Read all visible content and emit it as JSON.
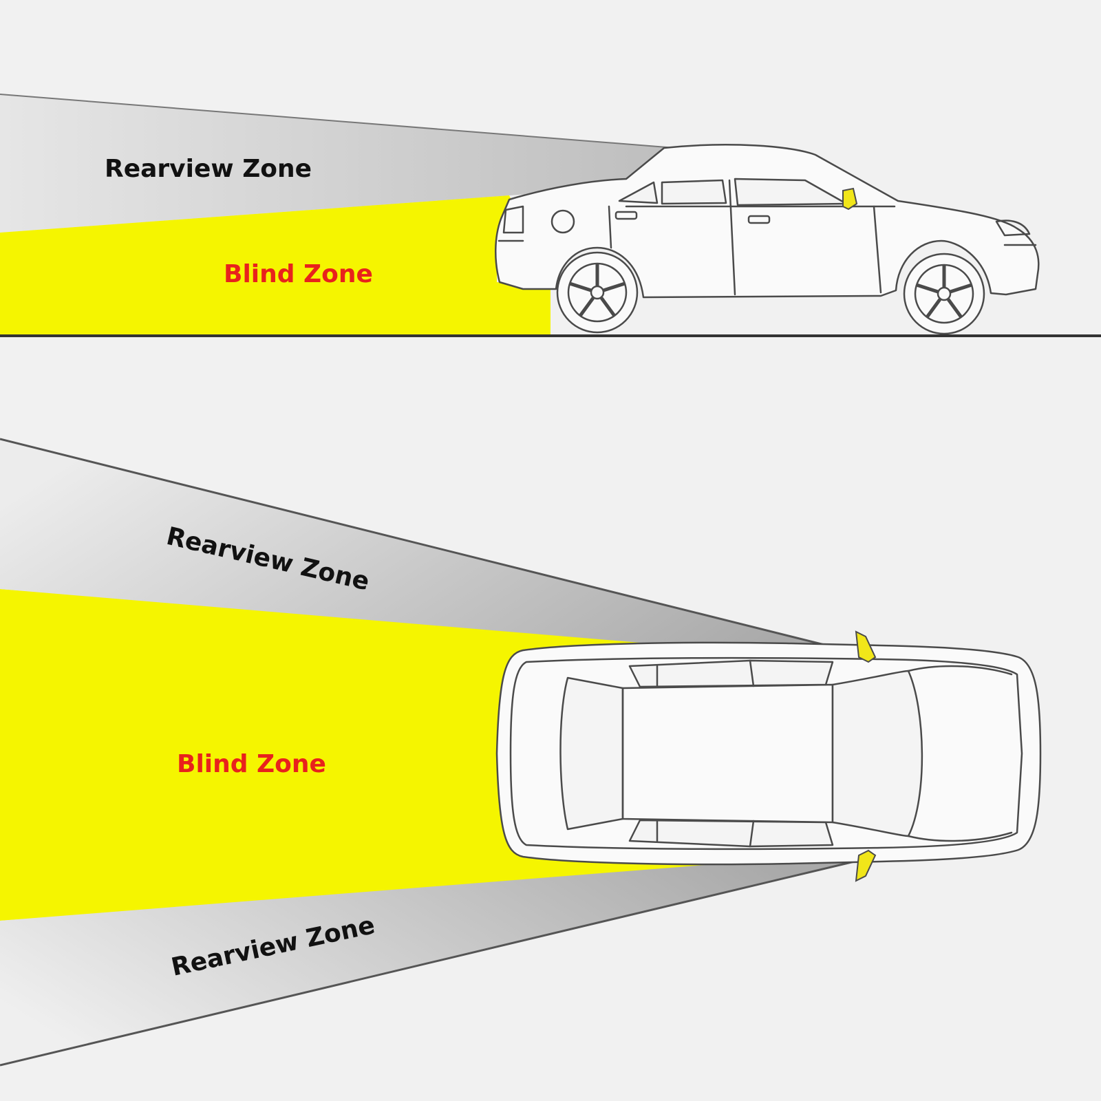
{
  "labels": {
    "side_rearview": "Rearview Zone",
    "side_blind": "Blind Zone",
    "top_rearview_upper": "Rearview Zone",
    "top_blind": "Blind Zone",
    "top_rearview_lower": "Rearview Zone"
  },
  "colors": {
    "background": "#f1f1f1",
    "blind_zone": "#f5f500",
    "blind_text": "#e8221c",
    "rearview_text": "#111111",
    "mirror": "#f1e619",
    "car_line": "#4a4a4a",
    "ground_line": "#333333"
  }
}
